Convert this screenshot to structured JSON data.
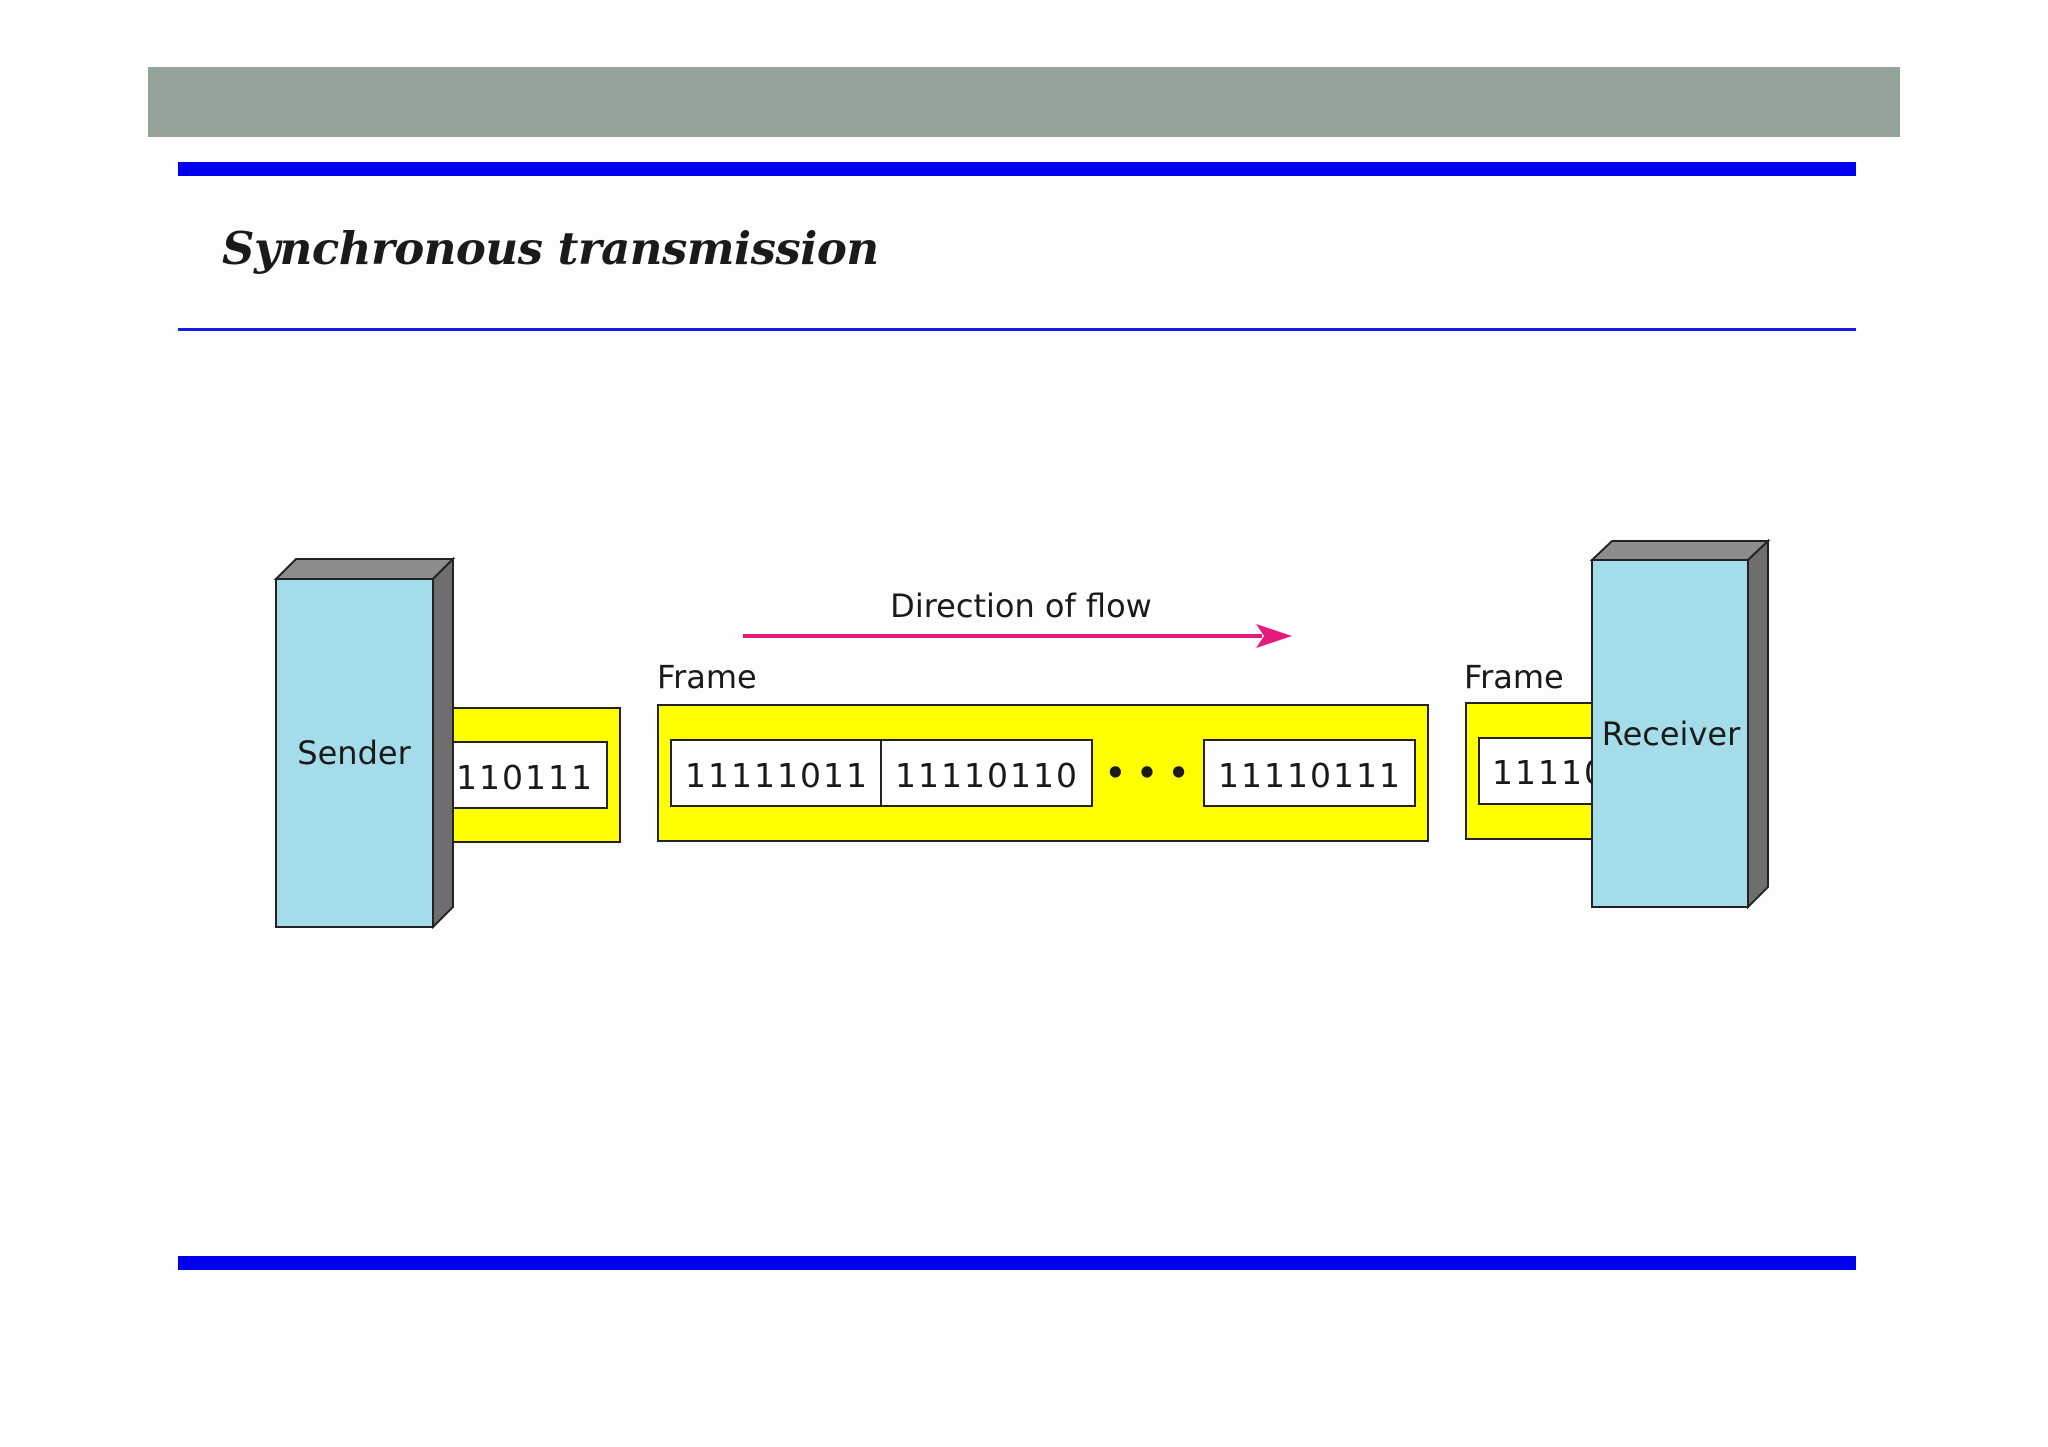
{
  "slide": {
    "title": "Synchronous transmission"
  },
  "diagram": {
    "sender_label": "Sender",
    "receiver_label": "Receiver",
    "direction_label": "Direction of flow",
    "frame_label_left": "Frame",
    "frame_label_right": "Frame",
    "sender_partial_byte": "110111",
    "frame_bytes": [
      "11111011",
      "11110110",
      "11110111"
    ],
    "ellipsis": "• • •",
    "receiver_partial_byte": "11110",
    "colors": {
      "device_fill": "#a5dcea",
      "device_top": "#8c8c8c",
      "device_side": "#6e6e6e",
      "frame_fill": "#ffff00",
      "arrow": "#e6197d"
    }
  }
}
